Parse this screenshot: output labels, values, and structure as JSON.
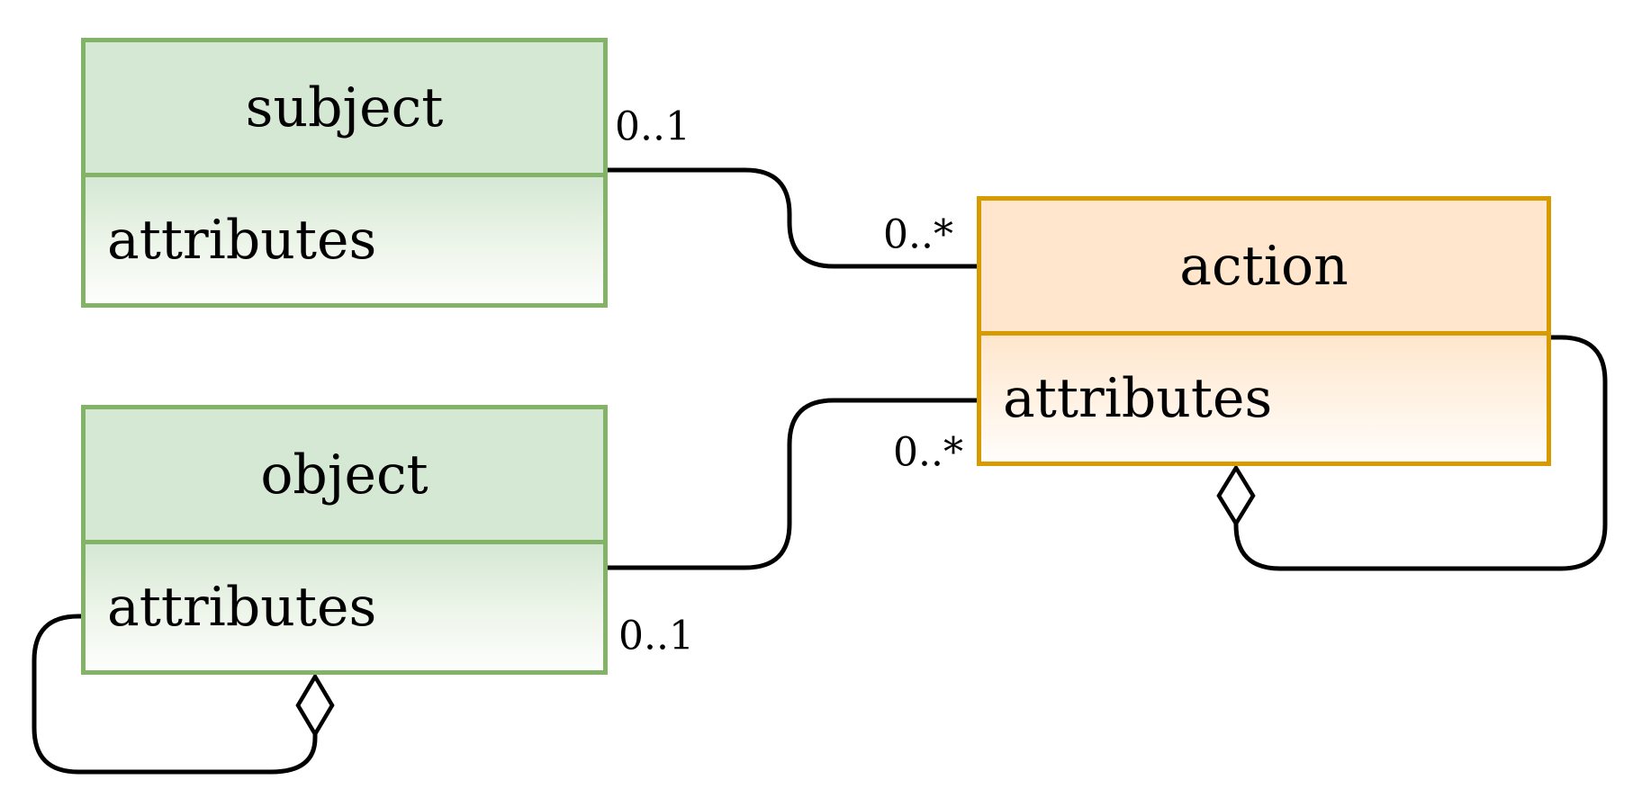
{
  "diagram": {
    "type": "uml-class-diagram",
    "background": "#ffffff",
    "line_color": "#000000",
    "entities": [
      {
        "name": "subject",
        "title": "subject",
        "section_label": "attributes",
        "fill": "#d5e8d4",
        "border": "#82b366"
      },
      {
        "name": "object",
        "title": "object",
        "section_label": "attributes",
        "fill": "#d5e8d4",
        "border": "#82b366"
      },
      {
        "name": "action",
        "title": "action",
        "section_label": "attributes",
        "fill": "#ffe6cc",
        "border": "#d79b00"
      }
    ],
    "connections": [
      {
        "from": "subject",
        "to": "action",
        "from_multiplicity": "0..1",
        "to_multiplicity": "0..*",
        "kind": "association"
      },
      {
        "from": "object",
        "to": "action",
        "from_multiplicity": "0..1",
        "to_multiplicity": "0..*",
        "kind": "association"
      },
      {
        "from": "action",
        "to": "action",
        "kind": "self-aggregation",
        "marker": "hollow-diamond"
      },
      {
        "from": "object",
        "to": "object",
        "kind": "self-aggregation",
        "marker": "hollow-diamond"
      }
    ]
  }
}
